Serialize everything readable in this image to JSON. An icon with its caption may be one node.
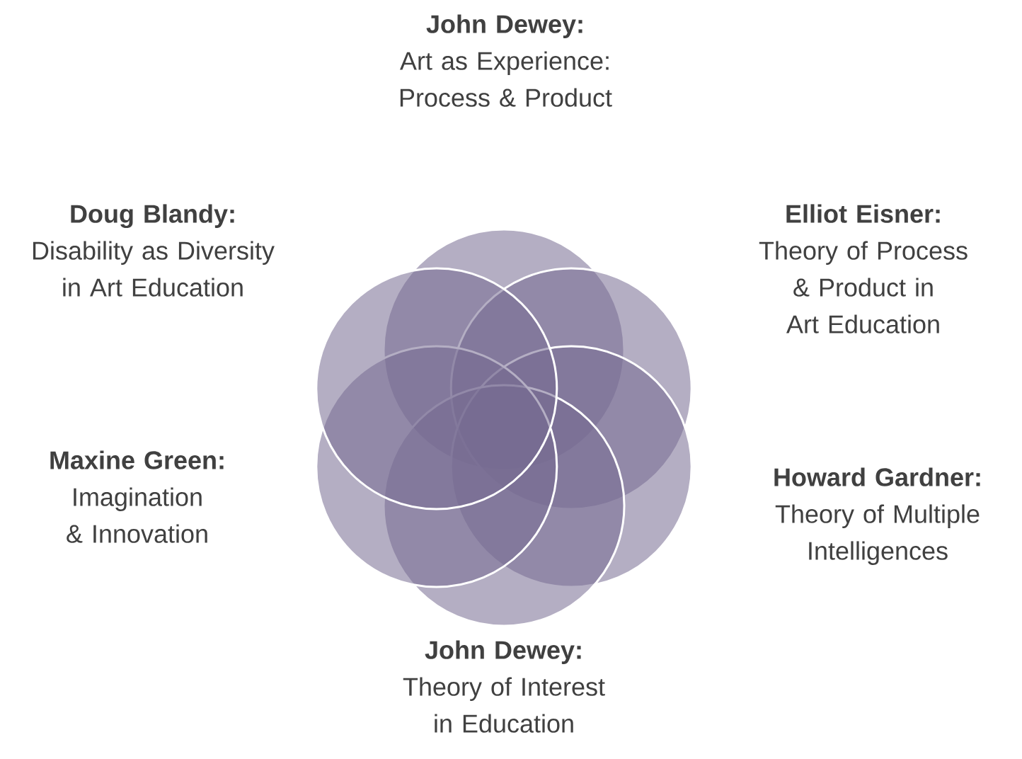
{
  "diagram": {
    "nodes": [
      {
        "text": [],
        "shape": "circle",
        "beside": [
          "John Dewey:",
          "Art as Experience: Process & Product"
        ]
      },
      {
        "text": [],
        "shape": "circle",
        "beside": [
          "Elliot Eisner:",
          "Theory of Process & Product in Art Education"
        ]
      },
      {
        "text": [],
        "shape": "circle",
        "beside": [
          "Howard Gardner:",
          "Theory of Multiple Intelligences"
        ]
      },
      {
        "text": [],
        "shape": "circle",
        "beside": [
          "John Dewey:",
          "Theory of Interest in Education"
        ]
      },
      {
        "text": [],
        "shape": "circle",
        "beside": [
          "Maxine Green:",
          "Imagination & Innovation"
        ]
      },
      {
        "text": [],
        "shape": "circle",
        "beside": [
          "Doug Blandy:",
          "Disability as Diversity in Art Education"
        ]
      }
    ]
  }
}
